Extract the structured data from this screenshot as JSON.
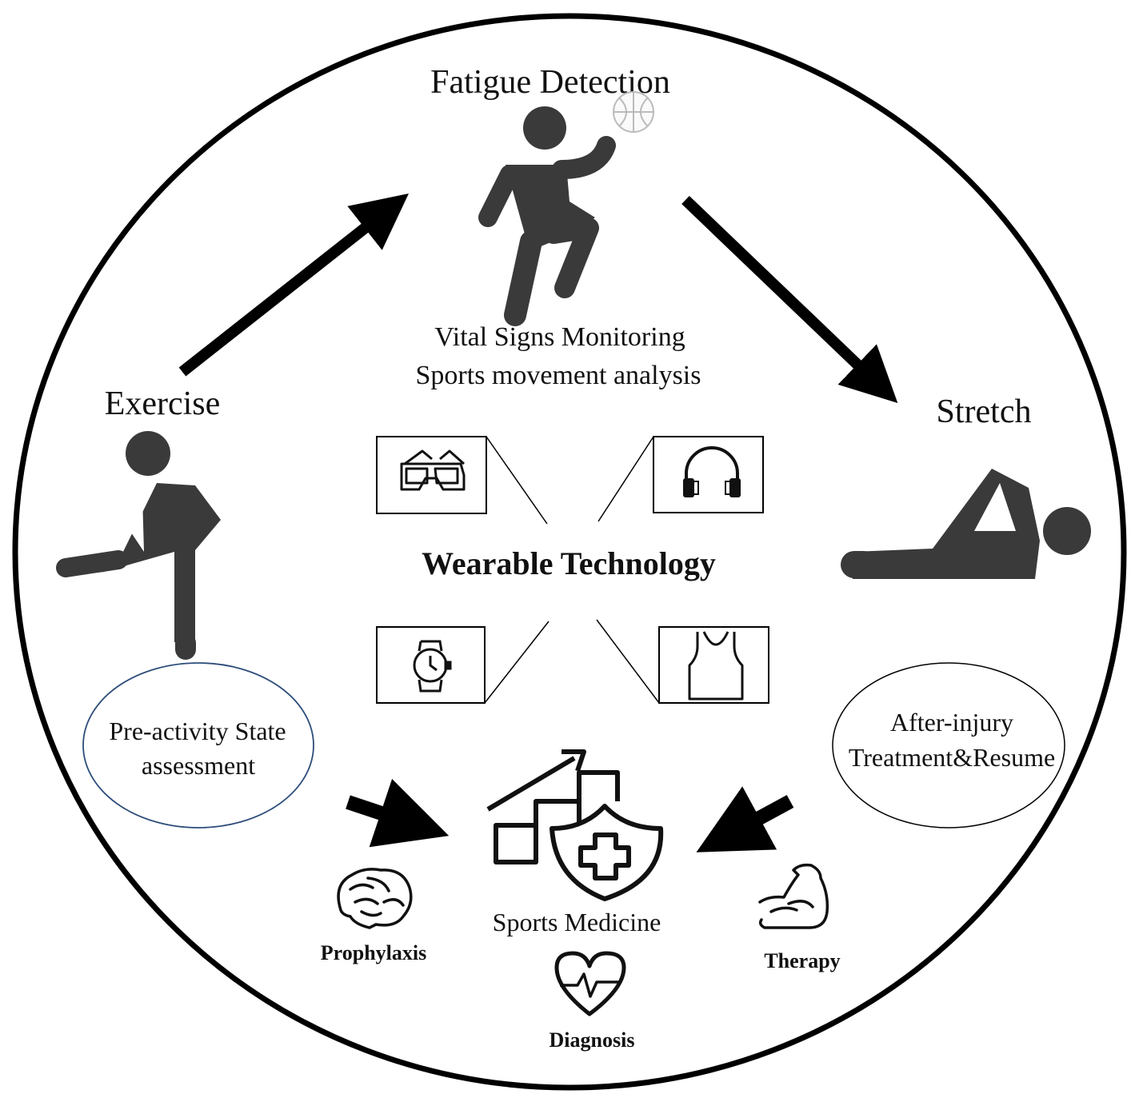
{
  "labels": {
    "fatigue": "Fatigue Detection",
    "vital_1": "Vital Signs Monitoring",
    "vital_2": "Sports movement analysis",
    "exercise": "Exercise",
    "stretch": "Stretch",
    "wearable": "Wearable Technology",
    "pre_1": "Pre-activity State",
    "pre_2": "assessment",
    "after_1": "After-injury",
    "after_2": "Treatment&Resume",
    "sports_medicine": "Sports Medicine",
    "prophylaxis": "Prophylaxis",
    "diagnosis": "Diagnosis",
    "therapy": "Therapy"
  },
  "icons": {
    "glasses": "3d-glasses-icon",
    "headphones": "headphones-icon",
    "watch": "smartwatch-icon",
    "vest": "tank-top-icon",
    "medicine": "chart-shield-cross-icon",
    "brain": "brain-icon",
    "heart": "heart-pulse-icon",
    "muscle": "flexed-arm-icon",
    "ball": "basketball-icon"
  },
  "colors": {
    "figure": "#3a3a3a",
    "line": "#111111",
    "ellipse_pre": "#2d4d7a"
  }
}
